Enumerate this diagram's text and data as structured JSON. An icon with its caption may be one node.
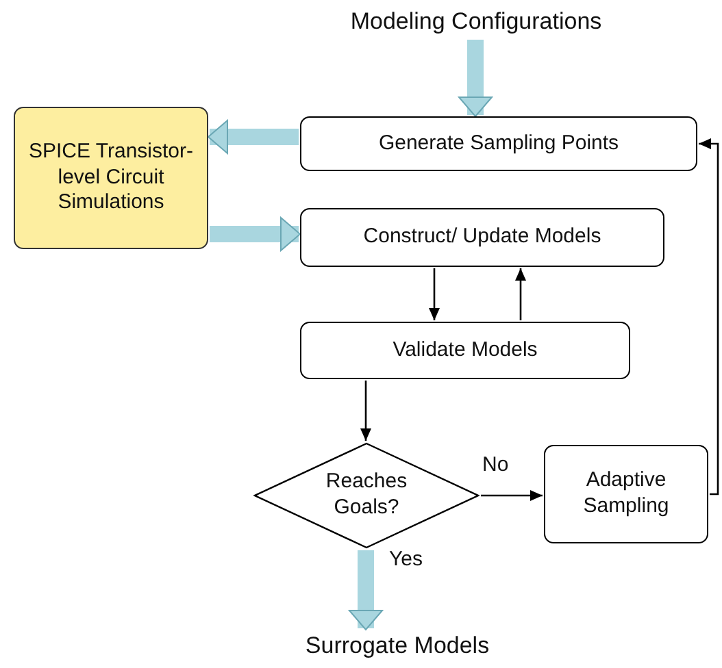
{
  "diagram": {
    "nodes": [
      {
        "text": [
          "Modeling Configurations"
        ]
      },
      {
        "text": [
          "Generate Sampling Points"
        ]
      },
      {
        "text": [
          "SPICE Transistor-level Circuit Simulations"
        ]
      },
      {
        "text": [
          "Construct/ Update Models"
        ]
      },
      {
        "text": [
          "Validate Models"
        ]
      },
      {
        "text": [
          "Reaches Goals?"
        ]
      },
      {
        "text": [
          "Adaptive Sampling"
        ]
      },
      {
        "text": [
          "Surrogate Models"
        ]
      }
    ],
    "edges": [
      {
        "from": 0,
        "to": 1,
        "arrow": "to",
        "style": "thick",
        "color": "#a9d6df"
      },
      {
        "from": 1,
        "to": 2,
        "arrow": "to",
        "style": "thick",
        "color": "#a9d6df"
      },
      {
        "from": 2,
        "to": 3,
        "arrow": "to",
        "style": "thick",
        "color": "#a9d6df"
      },
      {
        "from": 3,
        "to": 4,
        "arrow": "to"
      },
      {
        "from": 4,
        "to": 3,
        "arrow": "to"
      },
      {
        "from": 4,
        "to": 5,
        "arrow": "to"
      },
      {
        "from": 5,
        "to": 6,
        "arrow": "to",
        "label": "No"
      },
      {
        "from": 6,
        "to": 1,
        "arrow": "to"
      },
      {
        "from": 5,
        "to": 7,
        "arrow": "to",
        "label": "Yes",
        "style": "thick",
        "color": "#a9d6df"
      }
    ]
  }
}
